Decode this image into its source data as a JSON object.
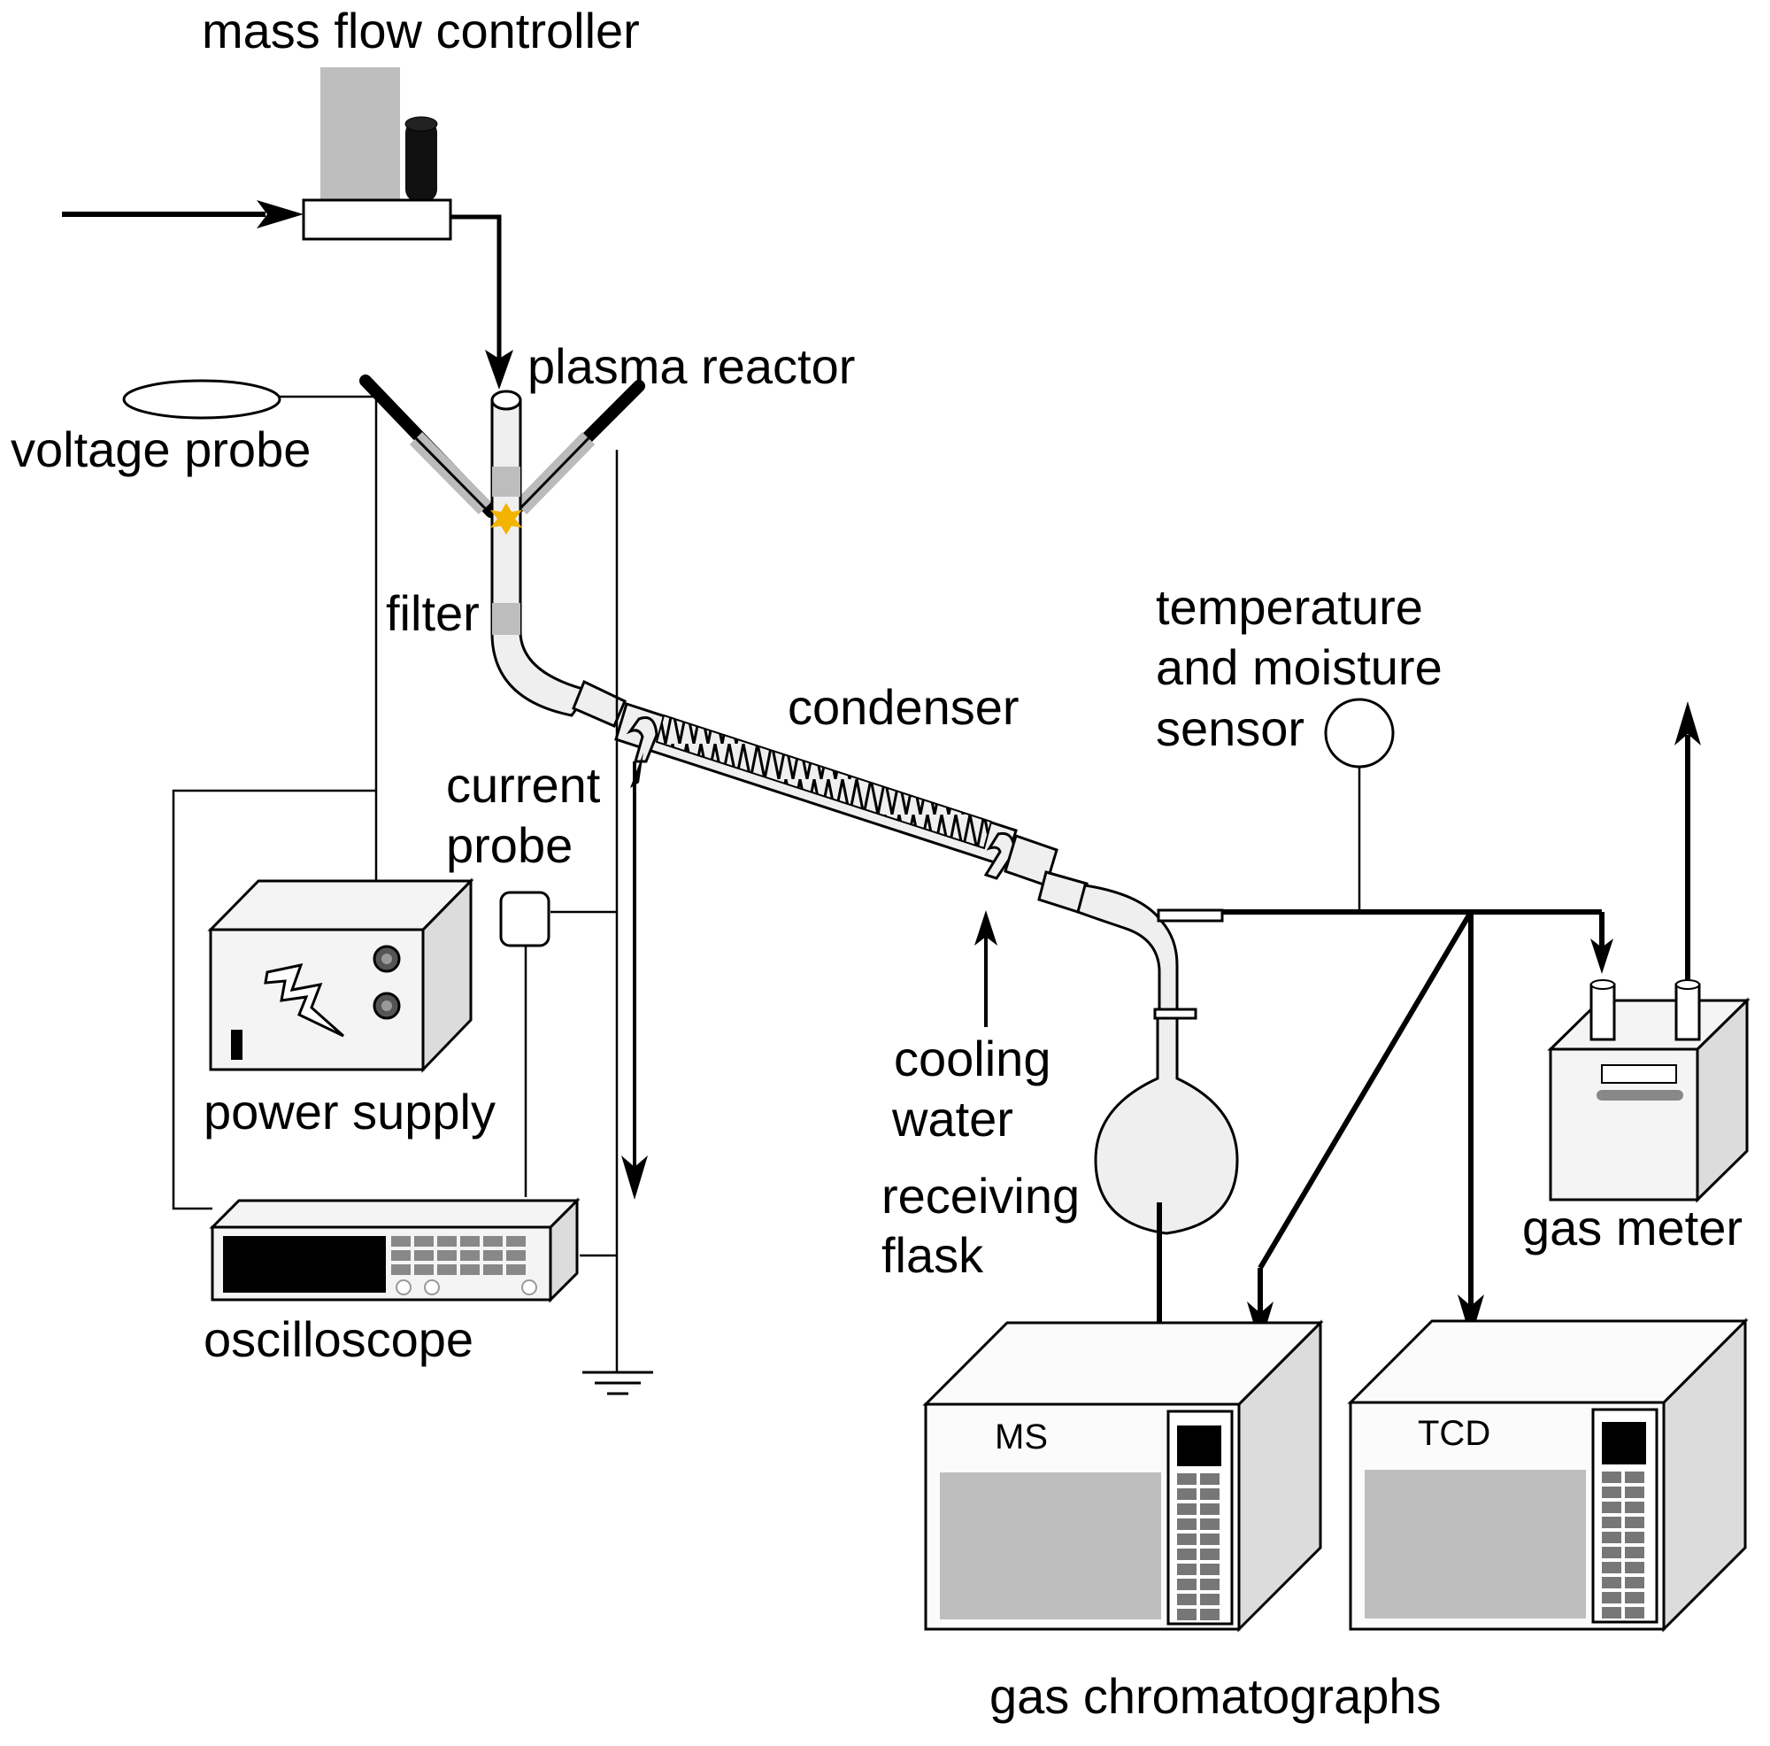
{
  "labels": {
    "mass_flow_controller": "mass flow controller",
    "plasma_reactor": "plasma reactor",
    "voltage_probe": "voltage probe",
    "filter": "filter",
    "condenser": "condenser",
    "current_probe_line1": "current",
    "current_probe_line2": "probe",
    "temperature_line1": "temperature",
    "temperature_line2": "and  moisture",
    "temperature_line3": "sensor",
    "power_supply": "power supply",
    "oscilloscope": "oscilloscope",
    "cooling_line1": "cooling",
    "cooling_line2": "water",
    "receiving_line1": "receiving",
    "receiving_line2": "flask",
    "gas_meter": "gas meter",
    "gc_ms": "MS",
    "gc_tcd": "TCD",
    "gas_chromatographs": "gas chromatographs"
  },
  "colors": {
    "device_gray": "#bebebe",
    "device_side": "#dcdcdc",
    "glass": "#efefef",
    "spark": "#f3b400",
    "line": "#000000"
  },
  "icons": {
    "power": "lightning-bolt-icon",
    "ground": "ground-icon"
  }
}
